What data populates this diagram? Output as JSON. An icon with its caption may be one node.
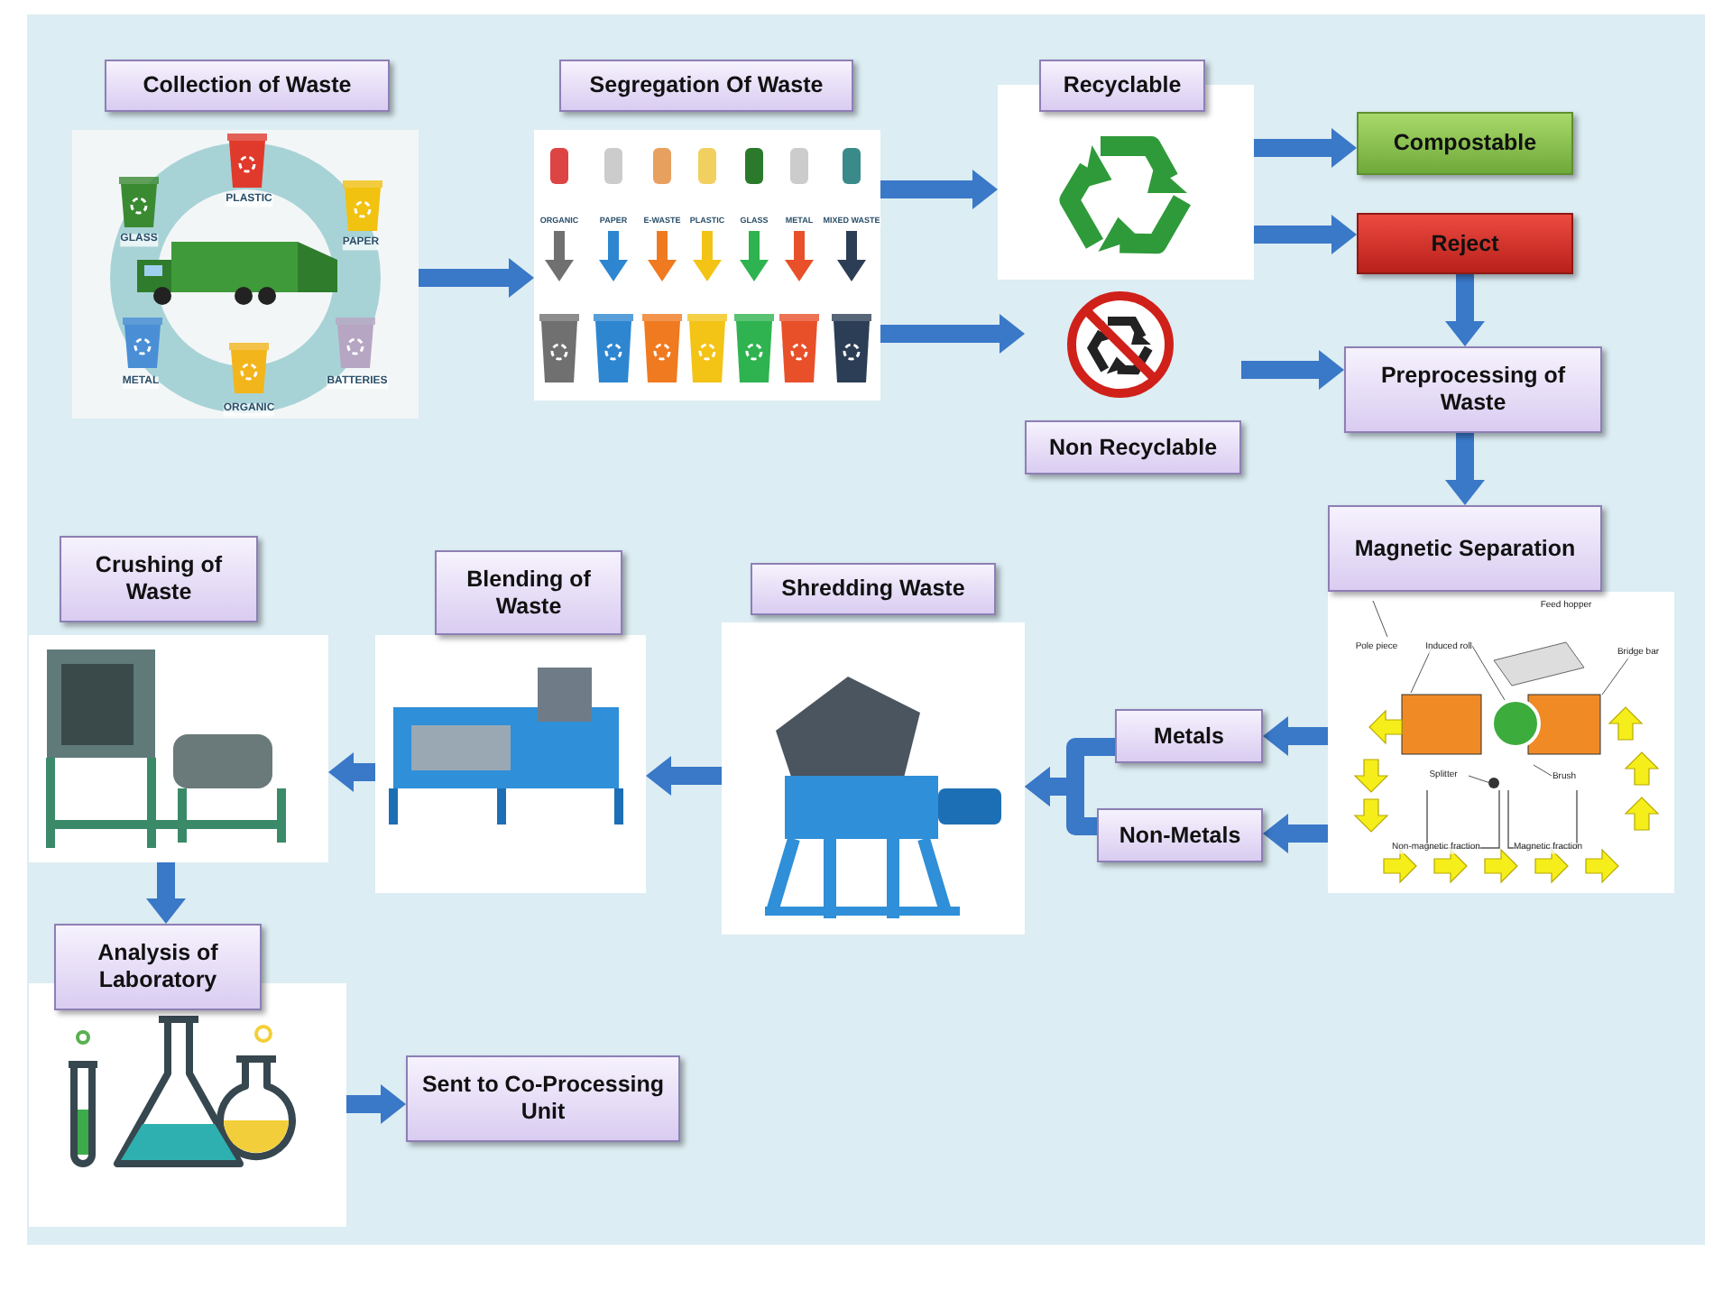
{
  "diagram": {
    "nodes": [
      {
        "text": [
          "Collection of Waste"
        ]
      },
      {
        "text": [
          "Segregation Of Waste"
        ]
      },
      {
        "text": [
          "Recyclable"
        ]
      },
      {
        "text": [
          "Non Recyclable"
        ]
      },
      {
        "text": [
          "Compostable"
        ]
      },
      {
        "text": [
          "Reject"
        ]
      },
      {
        "text": [
          "Preprocessing of Waste"
        ]
      },
      {
        "text": [
          "Magnetic Separation"
        ]
      },
      {
        "text": [
          "Metals"
        ]
      },
      {
        "text": [
          "Non-Metals"
        ]
      },
      {
        "text": [
          "Shredding Waste"
        ]
      },
      {
        "text": [
          "Blending of Waste"
        ]
      },
      {
        "text": [
          "Crushing of Waste"
        ]
      },
      {
        "text": [
          "Analysis of Laboratory"
        ]
      },
      {
        "text": [
          "Sent to Co-Processing Unit"
        ]
      }
    ],
    "edges": [
      {
        "from": 0,
        "to": 1,
        "arrow": "to"
      },
      {
        "from": 1,
        "to": 2,
        "arrow": "to"
      },
      {
        "from": 1,
        "to": 3,
        "arrow": "to"
      },
      {
        "from": 2,
        "to": 4,
        "arrow": "to"
      },
      {
        "from": 2,
        "to": 5,
        "arrow": "to"
      },
      {
        "from": 3,
        "to": 6,
        "arrow": "to"
      },
      {
        "from": 5,
        "to": 6,
        "arrow": "to"
      },
      {
        "from": 6,
        "to": 7,
        "arrow": "to"
      },
      {
        "from": 7,
        "to": 8,
        "arrow": "to"
      },
      {
        "from": 7,
        "to": 9,
        "arrow": "to"
      },
      {
        "from": 8,
        "to": 10,
        "arrow": "to"
      },
      {
        "from": 9,
        "to": 10,
        "arrow": "to"
      },
      {
        "from": 10,
        "to": 11,
        "arrow": "to"
      },
      {
        "from": 11,
        "to": 12,
        "arrow": "to"
      },
      {
        "from": 12,
        "to": 13,
        "arrow": "to"
      },
      {
        "from": 13,
        "to": 14,
        "arrow": "to"
      }
    ],
    "labels": [
      "PLASTIC",
      "GLASS",
      "PAPER",
      "METAL",
      "BATTERIES",
      "ORGANIC",
      "ORGANIC",
      "PAPER",
      "E-WASTE",
      "PLASTIC",
      "GLASS",
      "METAL",
      "MIXED WASTE",
      "Feed hopper",
      "Pole piece",
      "Induced roll",
      "Bridge bar",
      "Splitter",
      "Brush",
      "Non-magnetic fraction",
      "Magnetic fraction"
    ]
  }
}
